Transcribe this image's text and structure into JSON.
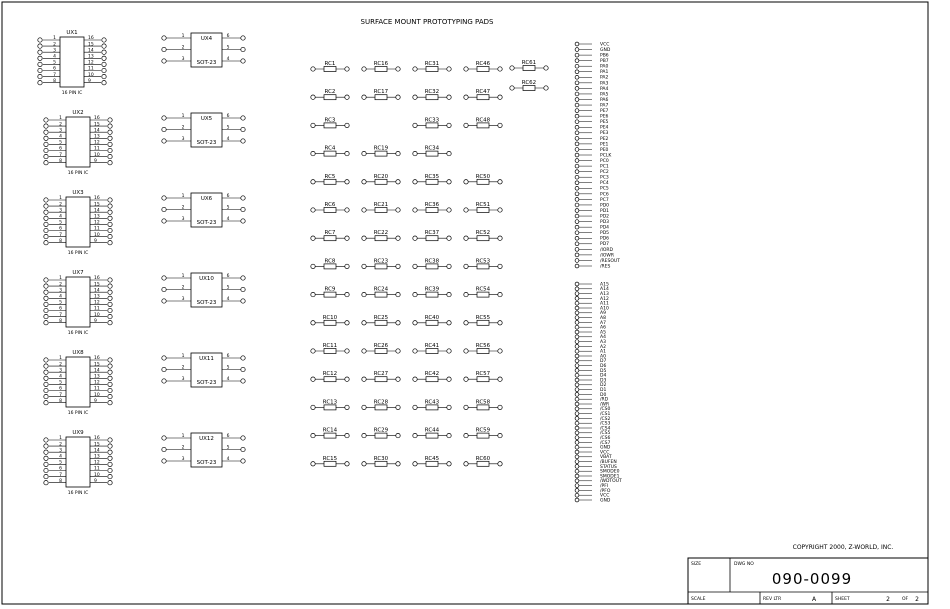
{
  "title": "SURFACE MOUNT PROTOTYPING PADS",
  "dip_packages": [
    {
      "ref": "UX1",
      "pkg": "16 PIN IC"
    },
    {
      "ref": "UX2",
      "pkg": "16 PIN IC"
    },
    {
      "ref": "UX3",
      "pkg": "16 PIN IC"
    },
    {
      "ref": "UX7",
      "pkg": "16 PIN IC"
    },
    {
      "ref": "UX8",
      "pkg": "16 PIN IC"
    },
    {
      "ref": "UX9",
      "pkg": "16 PIN IC"
    }
  ],
  "dip_left_pins": [
    "1",
    "2",
    "3",
    "4",
    "5",
    "6",
    "7",
    "8"
  ],
  "dip_right_pins": [
    "16",
    "15",
    "14",
    "13",
    "12",
    "11",
    "10",
    "9"
  ],
  "sot_packages": [
    {
      "ref": "UX4",
      "pkg": "SOT-23"
    },
    {
      "ref": "UX5",
      "pkg": "SOT-23"
    },
    {
      "ref": "UX6",
      "pkg": "SOT-23"
    },
    {
      "ref": "UX10",
      "pkg": "SOT-23"
    },
    {
      "ref": "UX11",
      "pkg": "SOT-23"
    },
    {
      "ref": "UX12",
      "pkg": "SOT-23"
    }
  ],
  "sot_left_pins": [
    "1",
    "2",
    "3"
  ],
  "sot_right_pins": [
    "6",
    "5",
    "4"
  ],
  "rc_columns": [
    [
      "RC1",
      "RC2",
      "RC3",
      "RC4",
      "RC5",
      "RC6",
      "RC7",
      "RC8",
      "RC9",
      "RC10",
      "RC11",
      "RC12",
      "RC13",
      "RC14",
      "RC15"
    ],
    [
      "RC16",
      "RC17",
      "",
      "RC19",
      "RC20",
      "RC21",
      "RC22",
      "RC23",
      "RC24",
      "RC25",
      "RC26",
      "RC27",
      "RC28",
      "RC29",
      "RC30"
    ],
    [
      "RC31",
      "RC32",
      "RC33",
      "RC34",
      "RC35",
      "RC36",
      "RC37",
      "RC38",
      "RC39",
      "RC40",
      "RC41",
      "RC42",
      "RC43",
      "RC44",
      "RC45"
    ],
    [
      "RC46",
      "RC47",
      "RC48",
      "",
      "RC50",
      "RC51",
      "RC52",
      "RC53",
      "RC54",
      "RC55",
      "RC56",
      "RC57",
      "RC58",
      "RC59",
      "RC60"
    ],
    [
      "RC61",
      "RC62"
    ]
  ],
  "connector_upper_signals": [
    "VCC",
    "GND",
    "PB6",
    "PB7",
    "PA0",
    "PA1",
    "PA2",
    "PA3",
    "PA4",
    "PA5",
    "PA6",
    "PA7",
    "PE7",
    "PE6",
    "PE5",
    "PE4",
    "PE3",
    "PE2",
    "PE1",
    "PE0",
    "PCLK",
    "PC0",
    "PC1",
    "PC2",
    "PC3",
    "PC4",
    "PC5",
    "PC6",
    "PC7",
    "PD0",
    "PD1",
    "PD2",
    "PD3",
    "PD4",
    "PD5",
    "PD6",
    "PD7",
    "/IORD",
    "/IOWR",
    "/RESOUT",
    "/RES"
  ],
  "connector_lower_signals": [
    "A15",
    "A14",
    "A13",
    "A12",
    "A11",
    "A10",
    "A9",
    "A8",
    "A7",
    "A6",
    "A5",
    "A4",
    "A3",
    "A2",
    "A1",
    "A0",
    "D7",
    "D6",
    "D5",
    "D4",
    "D3",
    "D2",
    "D1",
    "D0",
    "/RD",
    "/WR",
    "/CS0",
    "/CS1",
    "/CS2",
    "/CS3",
    "/CS4",
    "/CS5",
    "/CS6",
    "/CS7",
    "GND",
    "VCC",
    "VBAT",
    "/BUFEN",
    "STATUS",
    "SMODE0",
    "SMODE1",
    "/WDTOUT",
    "/PFI",
    "/PFO",
    "VCC",
    "GND"
  ],
  "copyright": "COPYRIGHT 2000, Z-WORLD, INC.",
  "title_block": {
    "size_label": "SIZE",
    "dwg_no_label": "DWG NO",
    "dwg_no": "090-0099",
    "scale_label": "SCALE",
    "rev_ltr_label": "REV LTR",
    "rev": "A",
    "sheet_label": "SHEET",
    "sheet": "2",
    "of_label": "OF",
    "sheet_total": "2"
  }
}
